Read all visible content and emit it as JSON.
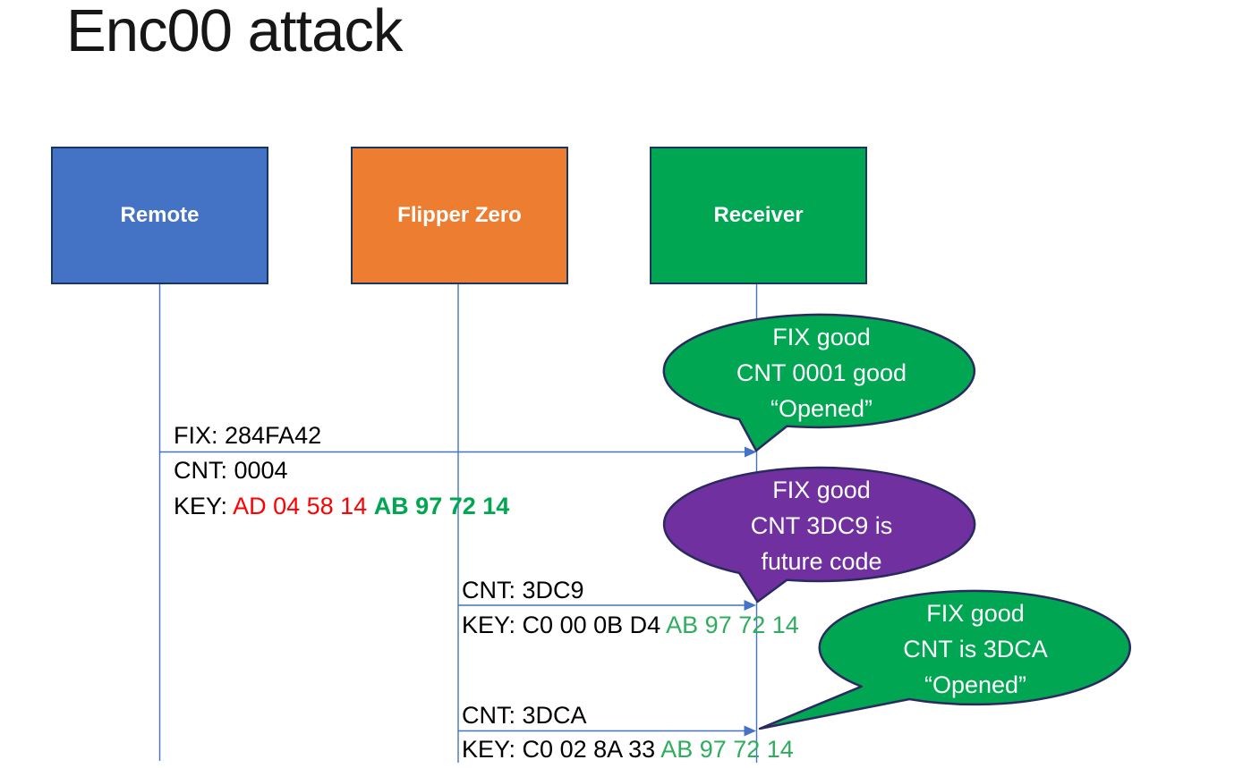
{
  "title": "Enc00 attack",
  "actors": {
    "remote": {
      "label": "Remote",
      "fill": "#4472c4"
    },
    "flipper": {
      "label": "Flipper Zero",
      "fill": "#ed7d31"
    },
    "receiver": {
      "label": "Receiver",
      "fill": "#00a651"
    }
  },
  "messages": {
    "m1": {
      "fix": "FIX: 284FA42",
      "cnt": "CNT: 0004",
      "key_label": "KEY: ",
      "key_red": "AD 04 58 14 ",
      "key_green": "AB 97 72 14"
    },
    "m2": {
      "cnt": "CNT: 3DC9",
      "key_label": "KEY: ",
      "key_plain": "C0 00 0B D4 ",
      "key_green": "AB 97 72 14"
    },
    "m3": {
      "cnt": "CNT: 3DCA",
      "key_label": "KEY: ",
      "key_plain": "C0 02 8A 33 ",
      "key_green": "AB 97 72 14"
    }
  },
  "callouts": {
    "c1": {
      "line1": "FIX good",
      "line2": "CNT 0001 good",
      "line3": "“Opened”",
      "fill": "#00a651"
    },
    "c2": {
      "line1": "FIX good",
      "line2": "CNT 3DC9 is",
      "line3": "future code",
      "fill": "#7030a0"
    },
    "c3": {
      "line1": "FIX good",
      "line2": "CNT is 3DCA",
      "line3": "“Opened”",
      "fill": "#00a651"
    }
  },
  "colors": {
    "connector_blue": "#4472c4",
    "box_outline_navy": "#17375e",
    "callout_outline_navy": "#2b2a60",
    "key_red": "#ff0000",
    "key_green_bold": "#00a651",
    "key_green_regular": "#2fad5e",
    "callout_green": "#00a651",
    "callout_purple": "#7030a0"
  }
}
